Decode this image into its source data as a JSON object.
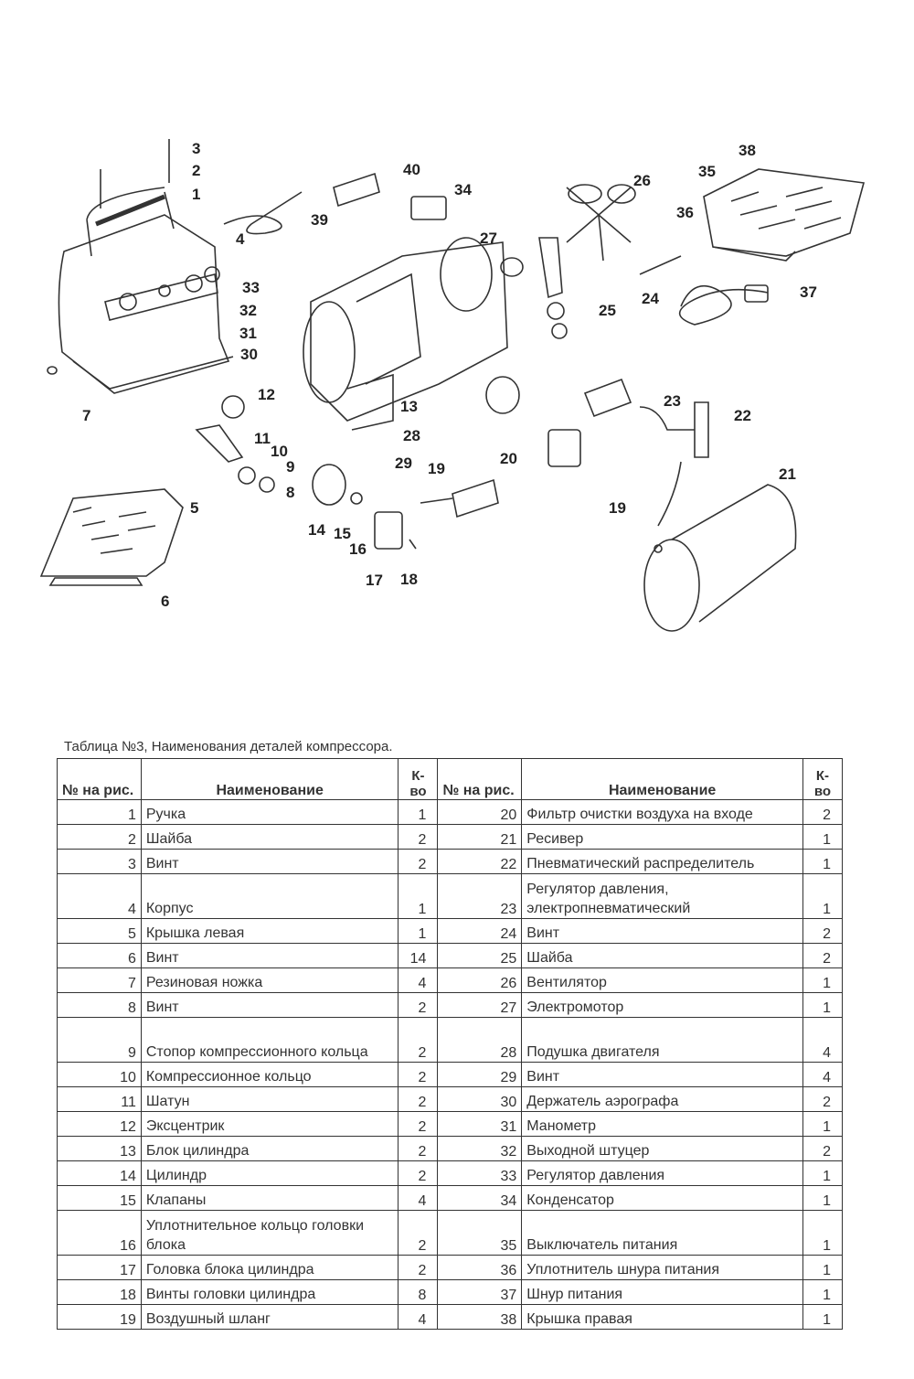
{
  "diagram": {
    "labels": [
      "1",
      "2",
      "3",
      "4",
      "5",
      "6",
      "7",
      "8",
      "9",
      "10",
      "11",
      "12",
      "13",
      "14",
      "15",
      "16",
      "17",
      "18",
      "19",
      "20",
      "21",
      "22",
      "23",
      "24",
      "25",
      "26",
      "27",
      "28",
      "29",
      "30",
      "31",
      "32",
      "33",
      "34",
      "35",
      "36",
      "37",
      "38",
      "39",
      "40",
      "19"
    ]
  },
  "table": {
    "caption": "Таблица №3, Наименования деталей компрессора.",
    "headers": {
      "num": "№ на рис.",
      "name": "Наименование",
      "qty": "К-во"
    },
    "rows": [
      {
        "n1": "1",
        "name1": "Ручка",
        "q1": "1",
        "n2": "20",
        "name2": "Фильтр очистки воздуха на входе",
        "q2": "2"
      },
      {
        "n1": "2",
        "name1": "Шайба",
        "q1": "2",
        "n2": "21",
        "name2": "Ресивер",
        "q2": "1"
      },
      {
        "n1": "3",
        "name1": "Винт",
        "q1": "2",
        "n2": "22",
        "name2": "Пневматический распределитель",
        "q2": "1"
      },
      {
        "n1": "4",
        "name1": "Корпус",
        "q1": "1",
        "n2": "23",
        "name2": "Регулятор давления, электропневматический",
        "q2": "1"
      },
      {
        "n1": "5",
        "name1": "Крышка левая",
        "q1": "1",
        "n2": "24",
        "name2": "Винт",
        "q2": "2"
      },
      {
        "n1": "6",
        "name1": "Винт",
        "q1": "14",
        "n2": "25",
        "name2": "Шайба",
        "q2": "2"
      },
      {
        "n1": "7",
        "name1": "Резиновая ножка",
        "q1": "4",
        "n2": "26",
        "name2": "Вентилятор",
        "q2": "1"
      },
      {
        "n1": "8",
        "name1": "Винт",
        "q1": "2",
        "n2": "27",
        "name2": "Электромотор",
        "q2": "1"
      },
      {
        "n1": "9",
        "name1": "Стопор компрессионного кольца",
        "q1": "2",
        "n2": "28",
        "name2": "Подушка двигателя",
        "q2": "4"
      },
      {
        "n1": "10",
        "name1": "Компрессионное кольцо",
        "q1": "2",
        "n2": "29",
        "name2": "Винт",
        "q2": "4"
      },
      {
        "n1": "11",
        "name1": "Шатун",
        "q1": "2",
        "n2": "30",
        "name2": "Держатель аэрографа",
        "q2": "2"
      },
      {
        "n1": "12",
        "name1": "Эксцентрик",
        "q1": "2",
        "n2": "31",
        "name2": "Манометр",
        "q2": "1"
      },
      {
        "n1": "13",
        "name1": "Блок цилиндра",
        "q1": "2",
        "n2": "32",
        "name2": "Выходной штуцер",
        "q2": "2"
      },
      {
        "n1": "14",
        "name1": "Цилиндр",
        "q1": "2",
        "n2": "33",
        "name2": "Регулятор давления",
        "q2": "1"
      },
      {
        "n1": "15",
        "name1": "Клапаны",
        "q1": "4",
        "n2": "34",
        "name2": "Конденсатор",
        "q2": "1"
      },
      {
        "n1": "16",
        "name1": "Уплотнительное кольцо головки блока",
        "q1": "2",
        "n2": "35",
        "name2": "Выключатель питания",
        "q2": "1"
      },
      {
        "n1": "17",
        "name1": "Головка блока цилиндра",
        "q1": "2",
        "n2": "36",
        "name2": "Уплотнитель шнура питания",
        "q2": "1"
      },
      {
        "n1": "18",
        "name1": "Винты головки цилиндра",
        "q1": "8",
        "n2": "37",
        "name2": "Шнур питания",
        "q2": "1"
      },
      {
        "n1": "19",
        "name1": "Воздушный шланг",
        "q1": "4",
        "n2": "38",
        "name2": "Крышка правая",
        "q2": "1"
      }
    ]
  }
}
